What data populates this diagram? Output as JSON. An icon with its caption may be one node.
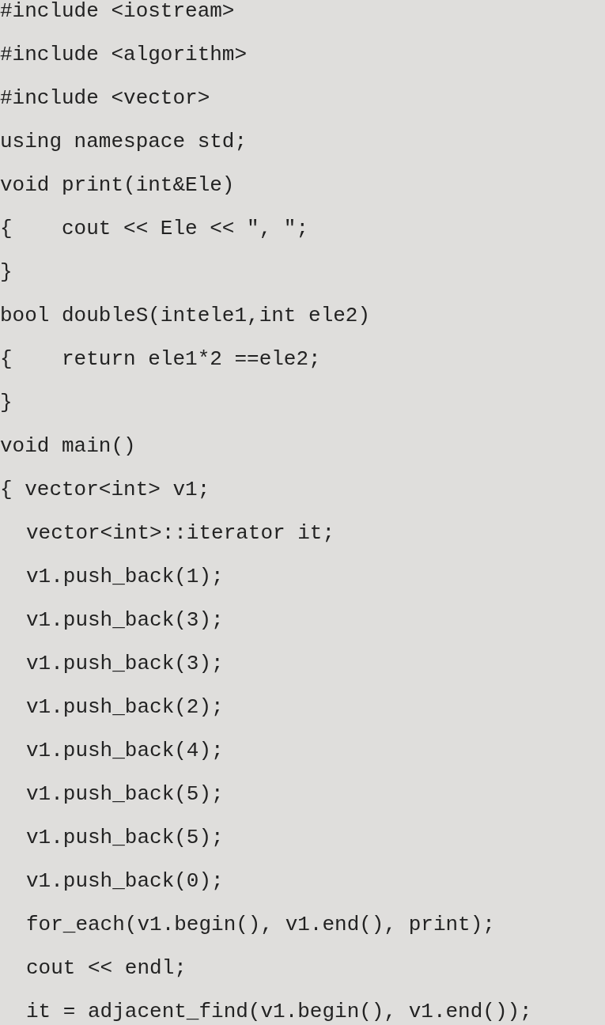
{
  "diagram": {
    "labels": [
      "#include <iostream>",
      "#include <algorithm>",
      "#include <vector>",
      "using namespace std;",
      "void print(int&Ele)",
      "{    cout << Ele << \", \";",
      "}",
      "bool doubleS(intele1,int ele2)",
      "{    return ele1*2 ==ele2;",
      "}",
      "void main()",
      "{ vector<int> v1;",
      "vector<int>::iterator it;",
      "v1.push_back(1);",
      "v1.push_back(3);",
      "v1.push_back(3);",
      "v1.push_back(2);",
      "v1.push_back(4);",
      "v1.push_back(5);",
      "v1.push_back(5);",
      "v1.push_back(0);",
      "for_each(v1.begin(), v1.end(), print);",
      "cout << endl;",
      "it = adjacent_find(v1.begin(), v1.end());"
    ]
  }
}
